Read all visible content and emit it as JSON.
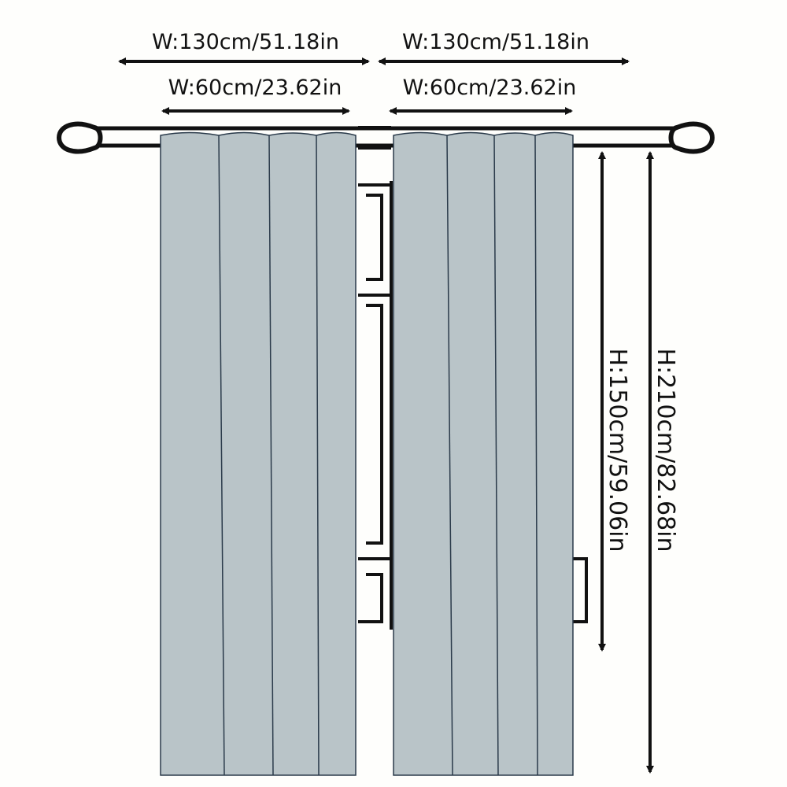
{
  "labels": {
    "total_width_left": "W:130cm/51.18in",
    "total_width_right": "W:130cm/51.18in",
    "panel_width_left": "W:60cm/23.62in",
    "panel_width_right": "W:60cm/23.62in",
    "height_short": "H:150cm/59.06in",
    "height_long": "H:210cm/82.68in"
  },
  "colors": {
    "curtain": "#b9c4c8",
    "line": "#111111",
    "background": "#fefefc"
  }
}
